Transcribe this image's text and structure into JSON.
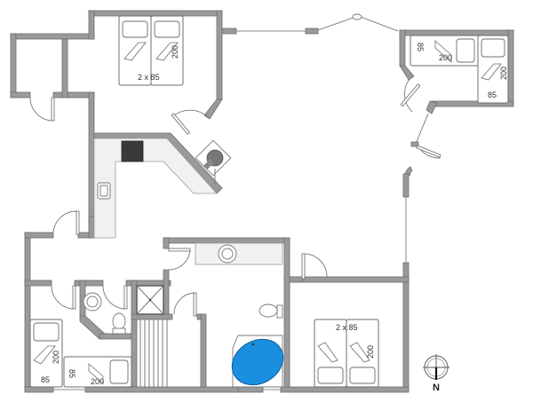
{
  "floorplan": {
    "rooms": {
      "bedroom_north": {
        "bed_label_width": "2 x 85",
        "bed_label_length": "200"
      },
      "bedroom_northeast": {
        "bed1_width": "85",
        "bed1_length": "200",
        "bed2_length": "200",
        "bed2_width": "85"
      },
      "bedroom_southwest": {
        "bed1_length": "200",
        "bed1_width": "85",
        "bed2_width": "85",
        "bed2_length": "200"
      },
      "bedroom_southeast": {
        "bed_label_width": "2 x 85",
        "bed_label_length": "200"
      }
    },
    "compass": {
      "label": "N"
    },
    "colors": {
      "wall": "#9a9a9a",
      "bathtub": "#1a8fe0",
      "stove": "#3a3a3a",
      "counter": "#f1f1f1"
    }
  }
}
